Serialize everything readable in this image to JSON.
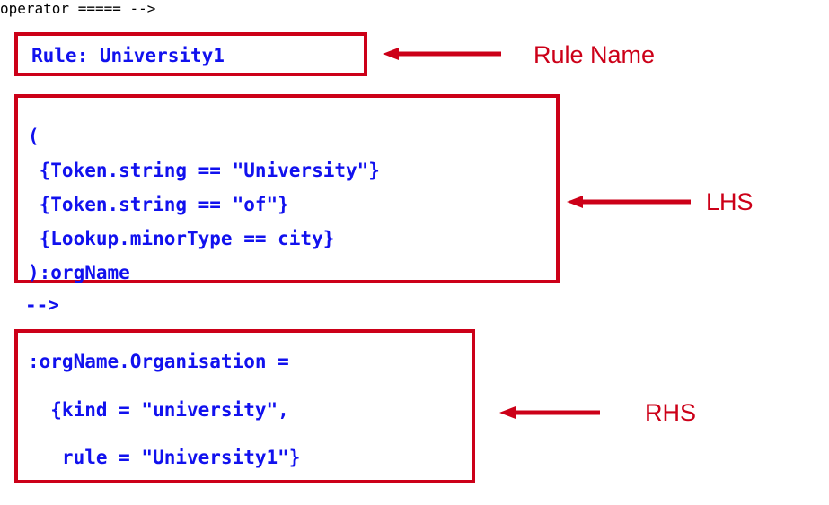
{
  "colors": {
    "box_border": "#cc0018",
    "code_text": "#1111ee",
    "annotation": "#cc0018",
    "background": "#ffffff"
  },
  "rule_name_box": {
    "text": "Rule: University1"
  },
  "lhs_box": {
    "lines": [
      "(",
      " {Token.string == \"University\"}",
      " {Token.string == \"of\"}",
      " {Lookup.minorType == city}",
      "):orgName"
    ]
  },
  "operator": {
    "text": "-->"
  },
  "rhs_box": {
    "lines": [
      ":orgName.Organisation =",
      "  {kind = \"university\",",
      "   rule = \"University1\"}"
    ]
  },
  "annotations": [
    {
      "label": "Rule Name",
      "target": "rule-name-box"
    },
    {
      "label": "LHS",
      "target": "lhs-box"
    },
    {
      "label": "RHS",
      "target": "rhs-box"
    }
  ]
}
